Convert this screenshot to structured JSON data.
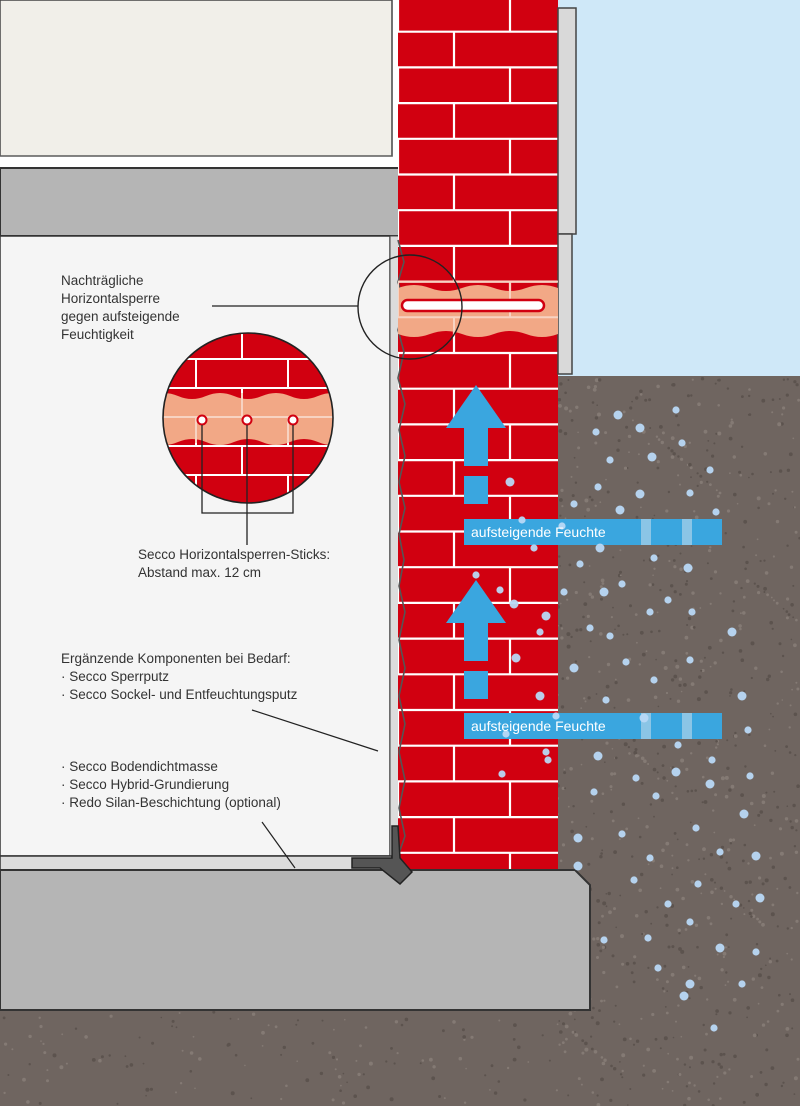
{
  "colors": {
    "sky": "#cfe8f8",
    "interior_wall": "#f1efe9",
    "interior_plaster": "#f5f5f5",
    "concrete": "#b5b5b5",
    "brick": "#d10010",
    "mortar": "#ffffff",
    "barrier_zone": "#f2a886",
    "soil": "#6f6560",
    "moisture_arrow": "#3aa6df",
    "drop": "#b8d8f5"
  },
  "annotations": {
    "barrier_title": [
      "Nachträgliche",
      "Horizontalsperre",
      "gegen aufsteigende",
      "Feuchtigkeit"
    ],
    "sticks": [
      "Secco Horizontalsperren-Sticks:",
      "Abstand max. 12 cm"
    ],
    "components_title": "Ergänzende Komponenten bei Bedarf:",
    "components_a": [
      "· Secco Sperrputz",
      "· Secco Sockel- und Entfeuchtungsputz"
    ],
    "components_b": [
      "· Secco Bodendichtmasse",
      "· Secco Hybrid-Grundierung",
      "· Redo Silan-Beschichtung (optional)"
    ]
  },
  "moisture_flow": {
    "label_upper": "aufsteigende Feuchte",
    "label_lower": "aufsteigende Feuchte"
  }
}
